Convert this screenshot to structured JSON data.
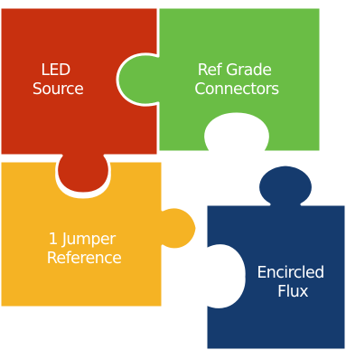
{
  "diagram": {
    "type": "jigsaw-puzzle",
    "pieces": [
      {
        "id": "led-source",
        "color": "#c8300f",
        "label_lines": [
          "LED",
          "Source"
        ]
      },
      {
        "id": "ref-grade-connectors",
        "color": "#6abd45",
        "label_lines": [
          "Ref Grade",
          "Connectors"
        ]
      },
      {
        "id": "1-jumper-reference",
        "color": "#f5b324",
        "label_lines": [
          "1 Jumper",
          "Reference"
        ]
      },
      {
        "id": "encircled-flux",
        "color": "#153b6e",
        "label_lines": [
          "Encircled",
          "Flux"
        ]
      }
    ]
  }
}
